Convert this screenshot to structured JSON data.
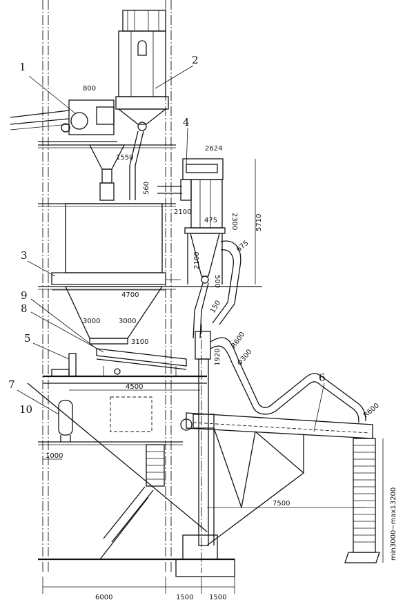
{
  "callouts": [
    "1",
    "2",
    "3",
    "4",
    "5",
    "6",
    "7",
    "8",
    "9",
    "10"
  ],
  "dimensions": {
    "d800": "800",
    "d1550": "1550",
    "d560": "560",
    "d2624": "2624",
    "d2100a": "2100",
    "d2300": "2300",
    "d475": "475",
    "d5710": "5710",
    "d2100b": "2100",
    "d675": "675",
    "d500": "500",
    "d150": "150",
    "d4700": "4700",
    "d3000a": "3000",
    "d3000b": "3000",
    "d3100": "3100",
    "d1920": "1920",
    "r600a": "R600",
    "phi300": "Φ300",
    "r600b": "R600",
    "d4500": "4500",
    "d7500": "7500",
    "d1000": "1000",
    "d6000": "6000",
    "d1500a": "1500",
    "d1500b": "1500",
    "range": "min3000~max13200"
  }
}
